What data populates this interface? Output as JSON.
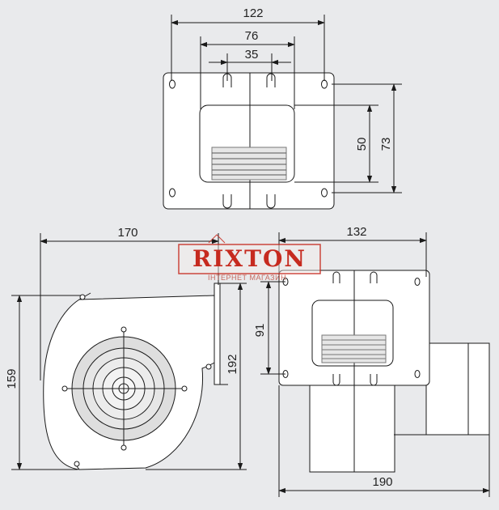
{
  "drawing": {
    "top_view": {
      "dimensions": {
        "total_width": "122",
        "hole_spacing": "76",
        "slot_spacing": "35",
        "outlet_height": "50",
        "hole_height": "73"
      }
    },
    "side_view": {
      "dimensions": {
        "length": "170",
        "height": "159",
        "flange_height": "192"
      }
    },
    "front_view": {
      "dimensions": {
        "flange_width": "132",
        "flange_hole_height": "91",
        "overall_width": "190"
      }
    }
  },
  "watermark": {
    "brand": "RIXTON",
    "subtitle": "ІНТЕРНЕТ МАГАЗИН",
    "color": "#c62a1f"
  },
  "colors": {
    "background": "#e9eaec",
    "line": "#1a1a1a",
    "part_fill": "#ffffff"
  }
}
